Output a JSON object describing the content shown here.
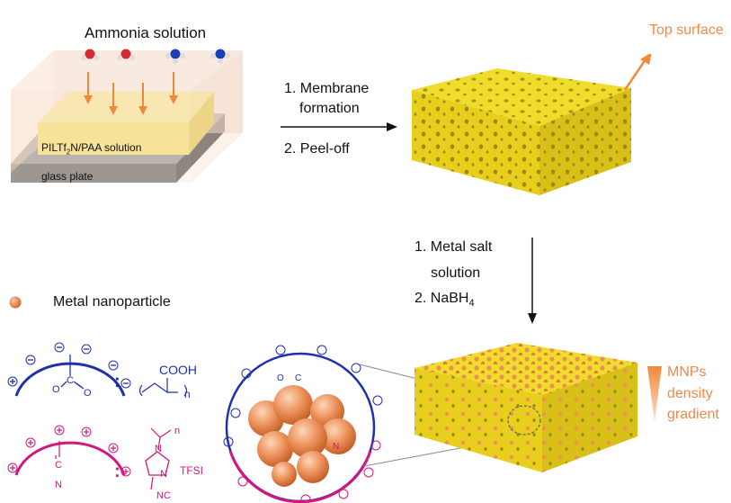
{
  "left_panel": {
    "ammonia_label": "Ammonia solution",
    "solution_label_prefix": "PILTf",
    "solution_label_sub": "2",
    "solution_label_suffix": "N/PAA solution",
    "plate_label": "glass plate"
  },
  "step_a": {
    "line1": "1. Membrane",
    "line2": "formation",
    "line3": "2.  Peel-off"
  },
  "top_surface_label": "Top surface",
  "step_b": {
    "line1": "1. Metal salt",
    "line2": "solution",
    "line3_prefix": "2. NaBH",
    "line3_sub": "4"
  },
  "legend": {
    "nanoparticle_label": "Metal nanoparticle"
  },
  "chem": {
    "cooh": "COOH",
    "n_sub": "n",
    "tfsi": "TFSI",
    "nc": "NC",
    "n_atom": "N",
    "o_atom": "O",
    "c_atom": "C",
    "colon": ":"
  },
  "gradient_label": {
    "line1": "MNPs",
    "line2": "density",
    "line3": "gradient"
  },
  "colors": {
    "membrane": "#f0dc2a",
    "arrow_orange": "#ef8a3c",
    "paa_blue": "#1f2fb0",
    "pil_magenta": "#d2177f",
    "nanoparticle": "#ec8f58"
  }
}
